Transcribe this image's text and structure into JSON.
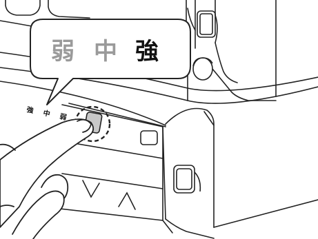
{
  "callout": {
    "weak": "弱",
    "medium": "中",
    "strong": "強"
  },
  "panel_labels": {
    "strong": "強",
    "medium": "中",
    "weak": "弱"
  },
  "colors": {
    "line": "#222222",
    "highlight_text": "#111111",
    "dim_text": "#9a9a9a",
    "button_fill": "#c8c8c8",
    "background": "#ffffff"
  },
  "icons": {
    "down_button": "chevron-down-icon",
    "up_button": "chevron-up-icon"
  }
}
